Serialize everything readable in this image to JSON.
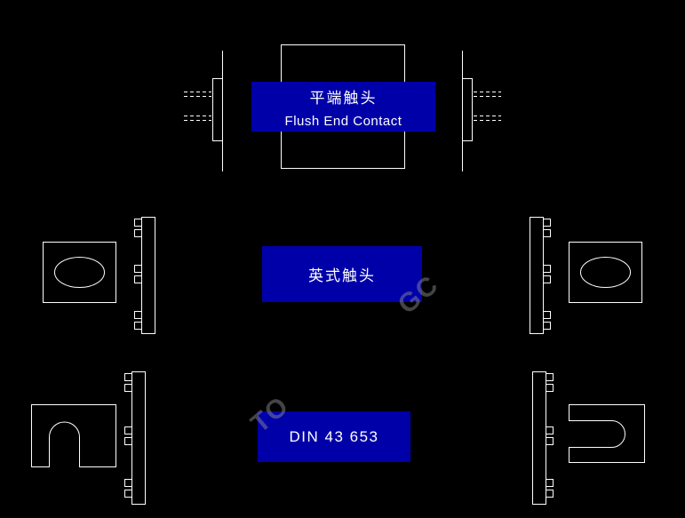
{
  "canvas": {
    "background": "#000000",
    "line_color": "#ffffff",
    "label_background": "#0000a8",
    "label_text_color": "#ffffff"
  },
  "labels": {
    "flush_end_contact": {
      "title_zh": "平端触头",
      "title_en": "Flush End Contact"
    },
    "british_contact": {
      "title_zh": "英式触头"
    },
    "din_standard": {
      "code": "DIN 43 653"
    }
  },
  "figures": {
    "row1": "flush-end-contact-views",
    "row2": "british-contact-views",
    "row3": "din-43-653-contact-views"
  },
  "watermark": {
    "fragment1": "TO",
    "fragment2": "GC"
  }
}
